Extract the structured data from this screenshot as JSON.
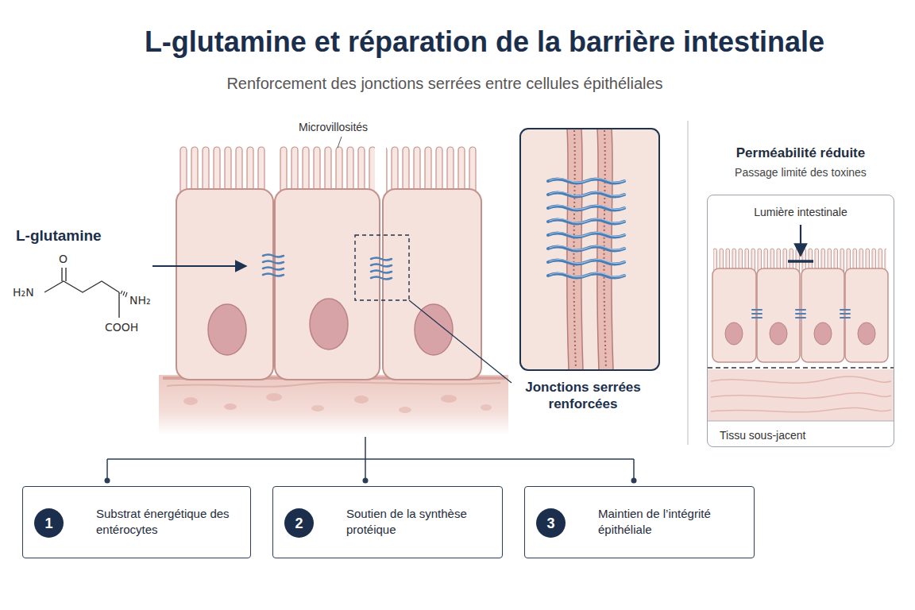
{
  "diagram": {
    "title": "L-glutamine et réparation de la barrière intestinale",
    "nodes": [
      {
        "text": [
          "Perméabilité réduite",
          "Passage limité des toxines",
          "Lumière intestinale",
          "Tissu sous-jacent"
        ]
      },
      {
        "text": [
          "Substrat énergétique des entérocytes"
        ]
      },
      {
        "text": [
          "1"
        ],
        "in": 1
      },
      {
        "text": [
          "Soutien de la synthèse protéique"
        ]
      },
      {
        "text": [
          "2"
        ],
        "in": 3
      },
      {
        "text": [
          "Maintien de l’intégrité épithéliale"
        ]
      },
      {
        "text": [
          "3"
        ],
        "in": 5
      }
    ],
    "labels": [
      "Renforcement des jonctions serrées entre cellules épithéliales",
      "Microvillosités",
      "L-glutamine",
      "O",
      "H₂N",
      "NH₂",
      "COOH",
      "Jonctions serrées renforcées"
    ]
  }
}
